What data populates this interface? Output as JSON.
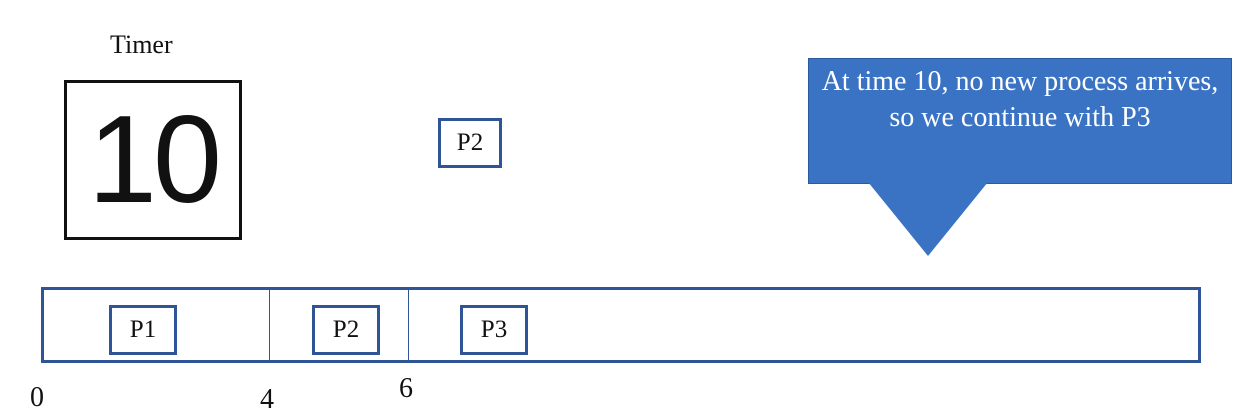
{
  "timer": {
    "label": "Timer",
    "value": "10"
  },
  "queue": {
    "process": "P2"
  },
  "callout": {
    "text": "At time 10, no new process arrives, so we continue with P3"
  },
  "gantt": {
    "segments": [
      {
        "label": "P1"
      },
      {
        "label": "P2"
      },
      {
        "label": "P3"
      }
    ],
    "ticks": [
      "0",
      "4",
      "6"
    ]
  }
}
